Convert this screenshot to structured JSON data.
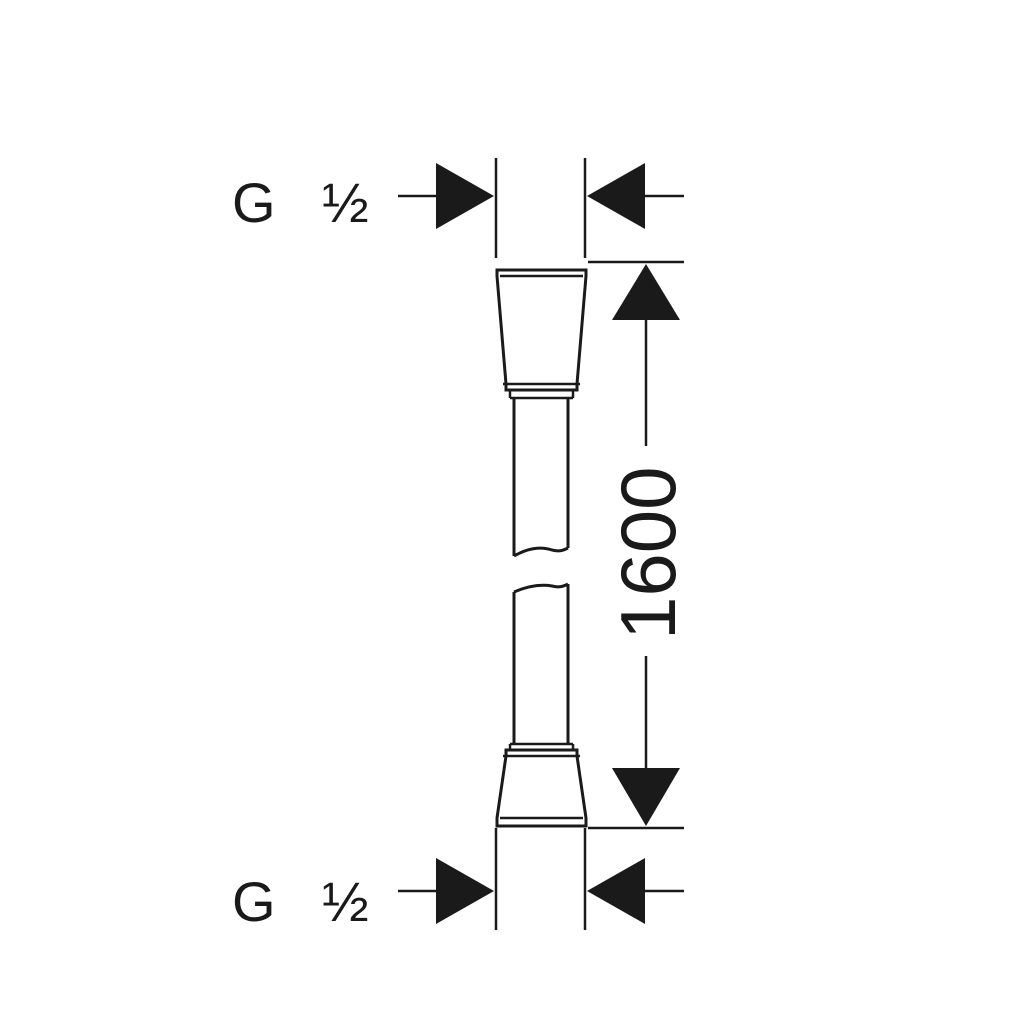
{
  "diagram": {
    "thread_top": {
      "prefix": "G",
      "size": "½"
    },
    "thread_bottom": {
      "prefix": "G",
      "size": "½"
    },
    "length_dimension": "1600",
    "colors": {
      "ink": "#1a1a1a",
      "background": "#ffffff"
    }
  }
}
